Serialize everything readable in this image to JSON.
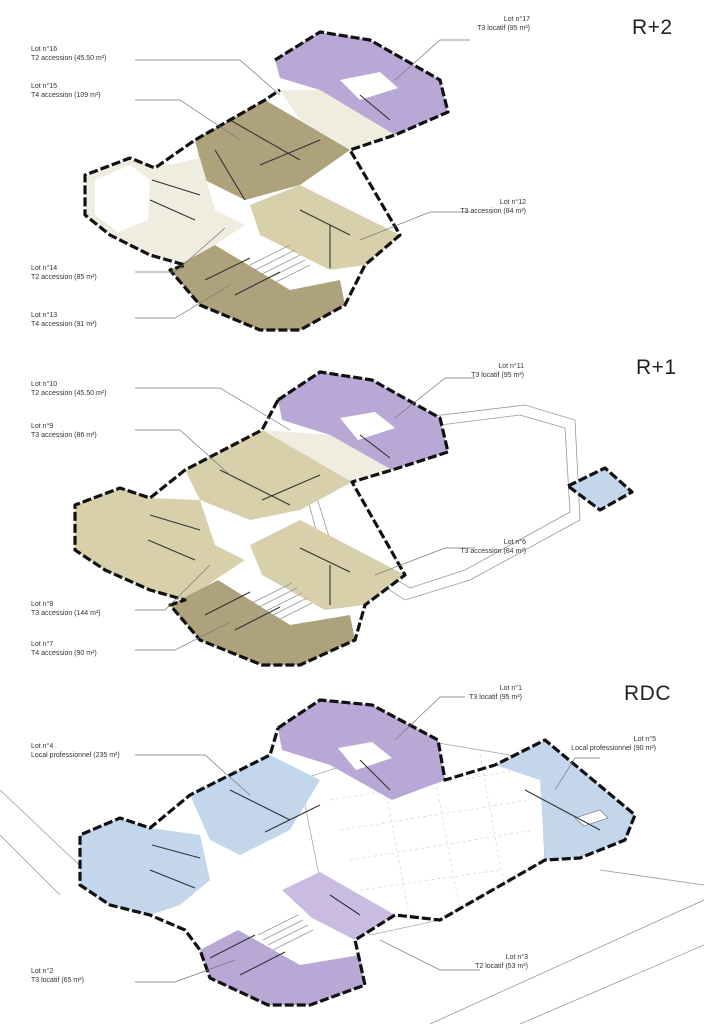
{
  "colors": {
    "purple": "#b9a8d6",
    "olive": "#aea27c",
    "beige": "#d7d0aa",
    "cream": "#efece0",
    "blue": "#c3d6ec",
    "white": "#ffffff"
  },
  "floors": {
    "r2": {
      "title": "R+2",
      "lots": [
        {
          "id": "lot17",
          "name": "Lot n°17",
          "desc": "T3 locatif (95 m²)"
        },
        {
          "id": "lot16",
          "name": "Lot n°16",
          "desc": "T2 accession (45.50 m²)"
        },
        {
          "id": "lot15",
          "name": "Lot n°15",
          "desc": "T4 accession (109 m²)"
        },
        {
          "id": "lot12",
          "name": "Lot n°12",
          "desc": "T3 accession (84 m²)"
        },
        {
          "id": "lot14",
          "name": "Lot n°14",
          "desc": "T2 accession (85 m²)"
        },
        {
          "id": "lot13",
          "name": "Lot n°13",
          "desc": "T4 accession (91 m²)"
        }
      ]
    },
    "r1": {
      "title": "R+1",
      "lots": [
        {
          "id": "lot11",
          "name": "Lot n°11",
          "desc": "T3 locatif (95 m²)"
        },
        {
          "id": "lot10",
          "name": "Lot n°10",
          "desc": "T2 accession (45.50 m²)"
        },
        {
          "id": "lot9",
          "name": "Lot n°9",
          "desc": "T3 accession (86 m²)"
        },
        {
          "id": "lot6",
          "name": "Lot n°6",
          "desc": "T3 accession (84 m²)"
        },
        {
          "id": "lot8",
          "name": "Lot n°8",
          "desc": "T3 accession (144 m²)"
        },
        {
          "id": "lot7",
          "name": "Lot n°7",
          "desc": "T4 accession (90 m²)"
        }
      ]
    },
    "rdc": {
      "title": "RDC",
      "lots": [
        {
          "id": "lot1",
          "name": "Lot n°1",
          "desc": "T3 locatif (95 m²)"
        },
        {
          "id": "lot4",
          "name": "Lot n°4",
          "desc": "Local professionnel (235 m²)"
        },
        {
          "id": "lot5",
          "name": "Lot n°5",
          "desc": "Local professionnel (90 m²)"
        },
        {
          "id": "lot3",
          "name": "Lot n°3",
          "desc": "T2 locatif (53 m²)"
        },
        {
          "id": "lot2",
          "name": "Lot n°2",
          "desc": "T3 locatif (65 m²)"
        }
      ]
    }
  }
}
